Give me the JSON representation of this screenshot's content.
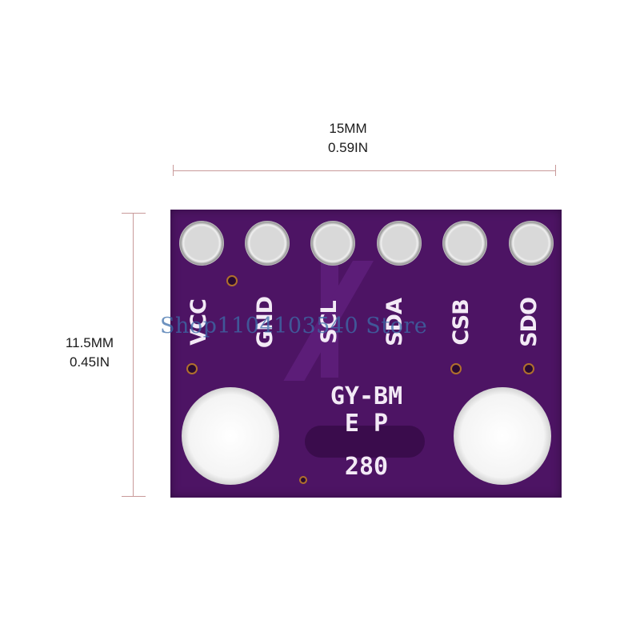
{
  "dimensions": {
    "width": {
      "mm": "15MM",
      "inch": "0.59IN"
    },
    "height": {
      "mm": "11.5MM",
      "inch": "0.45IN"
    }
  },
  "board": {
    "color": "#4d1464",
    "pins": [
      {
        "label": "VCC"
      },
      {
        "label": "GND"
      },
      {
        "label": "SCL"
      },
      {
        "label": "SDA"
      },
      {
        "label": "CSB"
      },
      {
        "label": "SDO"
      }
    ],
    "model_lines": [
      "GY-BM",
      "E P",
      "280"
    ]
  },
  "watermark": "Shop1104103540 Store"
}
